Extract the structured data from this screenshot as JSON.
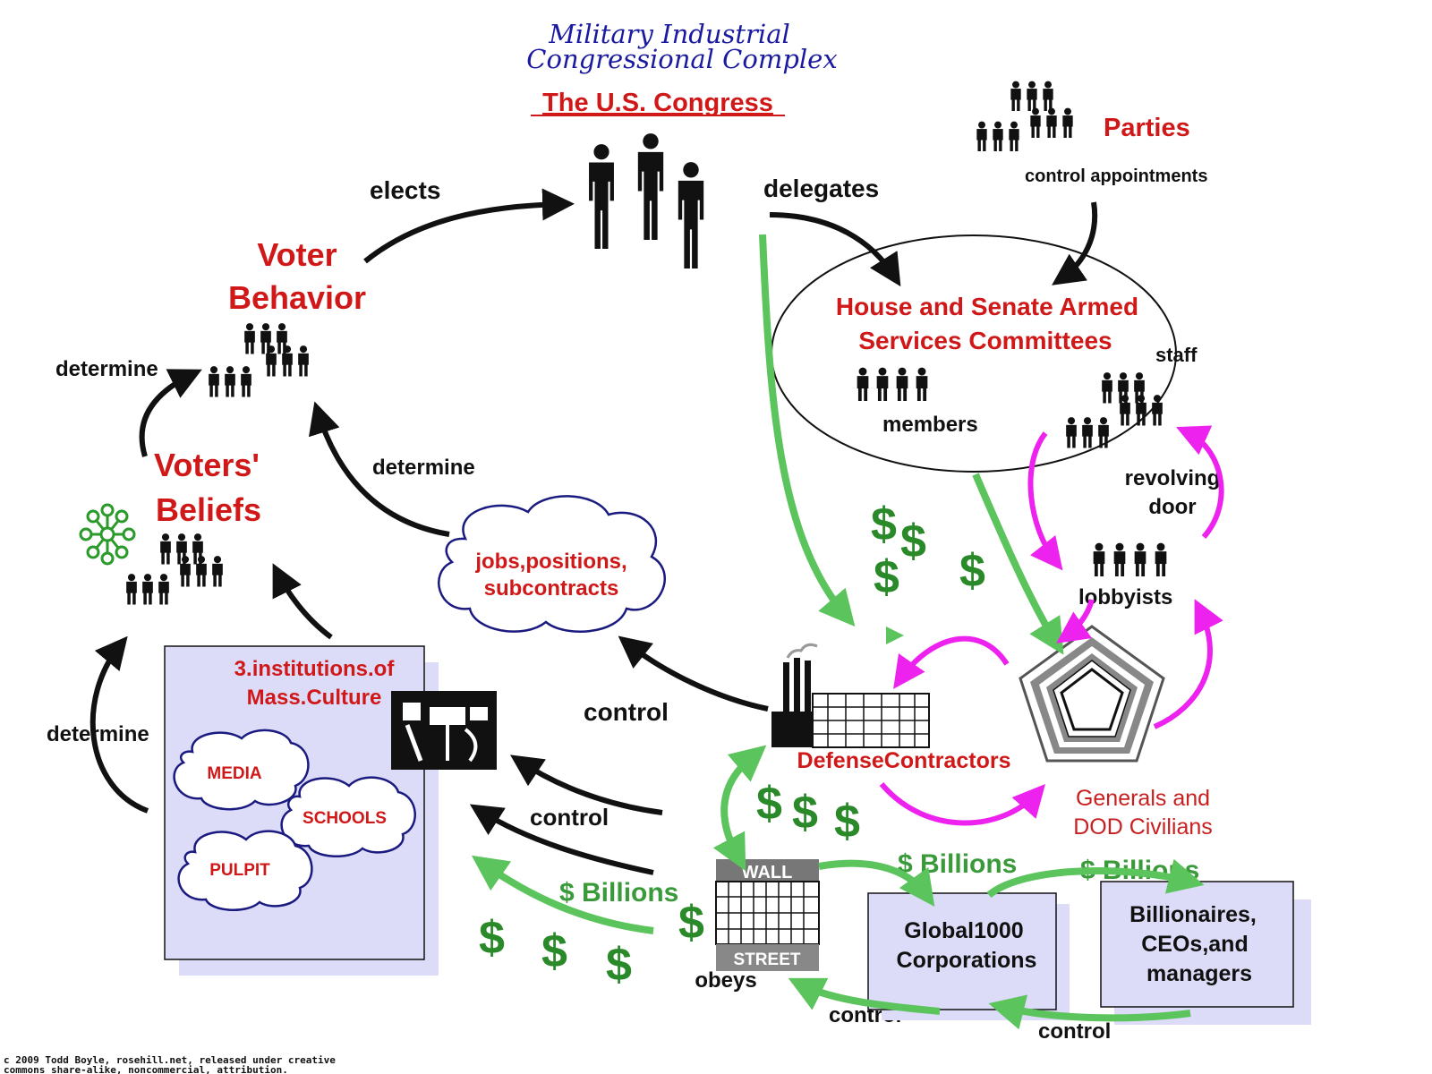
{
  "title_line1": "Military Industrial",
  "title_line2": "Congressional Complex",
  "congress": "The U.S. Congress",
  "parties": "Parties",
  "control_appointments": "control  appointments",
  "elects": "elects",
  "delegates": "delegates",
  "voter_behavior_1": "Voter",
  "voter_behavior_2": "Behavior",
  "committees_1": "House and Senate Armed",
  "committees_2": "Services  Committees",
  "staff": "staff",
  "members": "members",
  "determine_1": "determine",
  "determine_2": "determine",
  "determine_3": "determine",
  "voters_beliefs_1": "Voters'",
  "voters_beliefs_2": "Beliefs",
  "revolving_1": "revolving",
  "revolving_2": "door",
  "lobbyists": "lobbyists",
  "jobs_1": "jobs,positions,",
  "jobs_2": "subcontracts",
  "institutions_1": "3.institutions.of",
  "institutions_2": "Mass.Culture",
  "media": "MEDIA",
  "schools": "SCHOOLS",
  "pulpit": "PULPIT",
  "control_1": "control",
  "control_2": "control",
  "control_3": "control",
  "control_4": "control",
  "defense_contractors": "DefenseContractors",
  "generals_1": "Generals and",
  "generals_2": "DOD Civilians",
  "billions_1": "$ Billions",
  "billions_2": "$ Billions",
  "billions_3": "$ Billions",
  "wall": "WALL",
  "street": "STREET",
  "obeys": "obeys",
  "global_1": "Global1000",
  "global_2": "Corporations",
  "billionaires_1": "Billionaires,",
  "billionaires_2": "CEOs,and",
  "billionaires_3": "managers",
  "dollar": "$",
  "copyright_1": "c 2009 Todd Boyle, rosehill.net, released under creative",
  "copyright_2": "commons share-alike, noncommercial, attribution.",
  "colors": {
    "red": "#d01818",
    "green": "#5cc45c",
    "magenta": "#ee22ee",
    "title_blue": "#1a1aa0",
    "box_fill": "#dcdcf8"
  }
}
